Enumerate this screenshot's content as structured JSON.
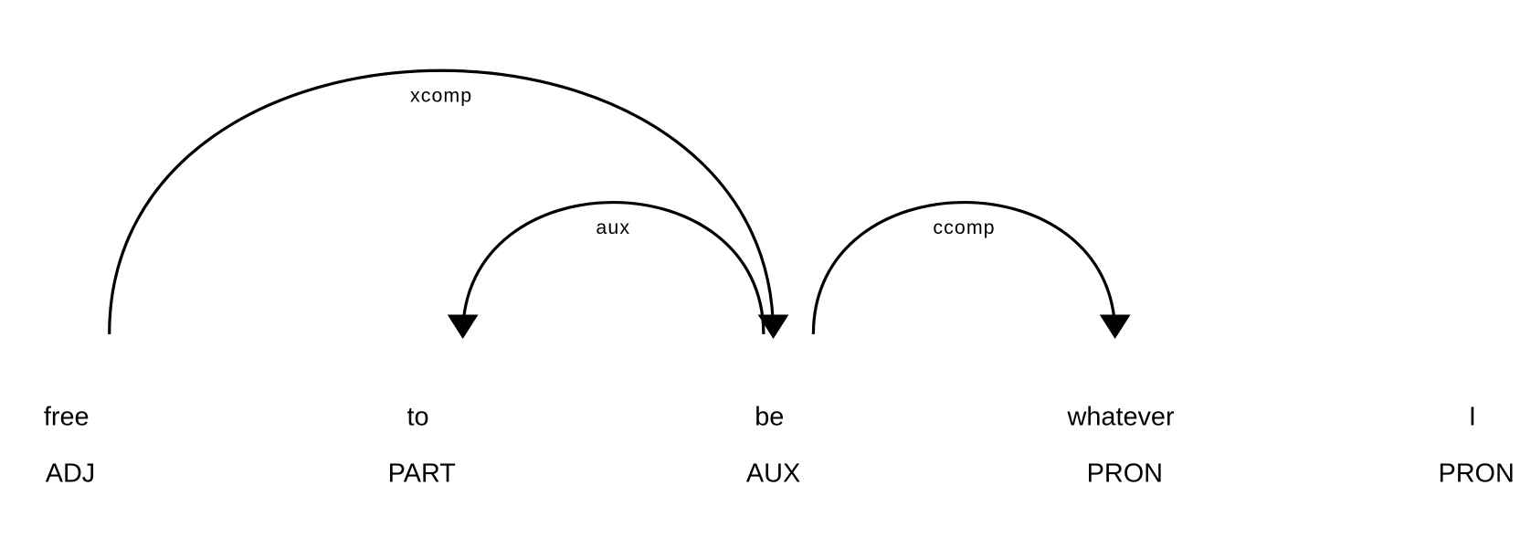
{
  "tokens": [
    {
      "text": "free",
      "tag": "ADJ"
    },
    {
      "text": "to",
      "tag": "PART"
    },
    {
      "text": "be",
      "tag": "AUX"
    },
    {
      "text": "whatever",
      "tag": "PRON"
    },
    {
      "text": "I",
      "tag": "PRON"
    }
  ],
  "arcs": [
    {
      "label": "xcomp",
      "start": 0,
      "end": 2,
      "dir": "right"
    },
    {
      "label": "aux",
      "start": 1,
      "end": 2,
      "dir": "left"
    },
    {
      "label": "ccomp",
      "start": 2,
      "end": 3,
      "dir": "right"
    }
  ]
}
